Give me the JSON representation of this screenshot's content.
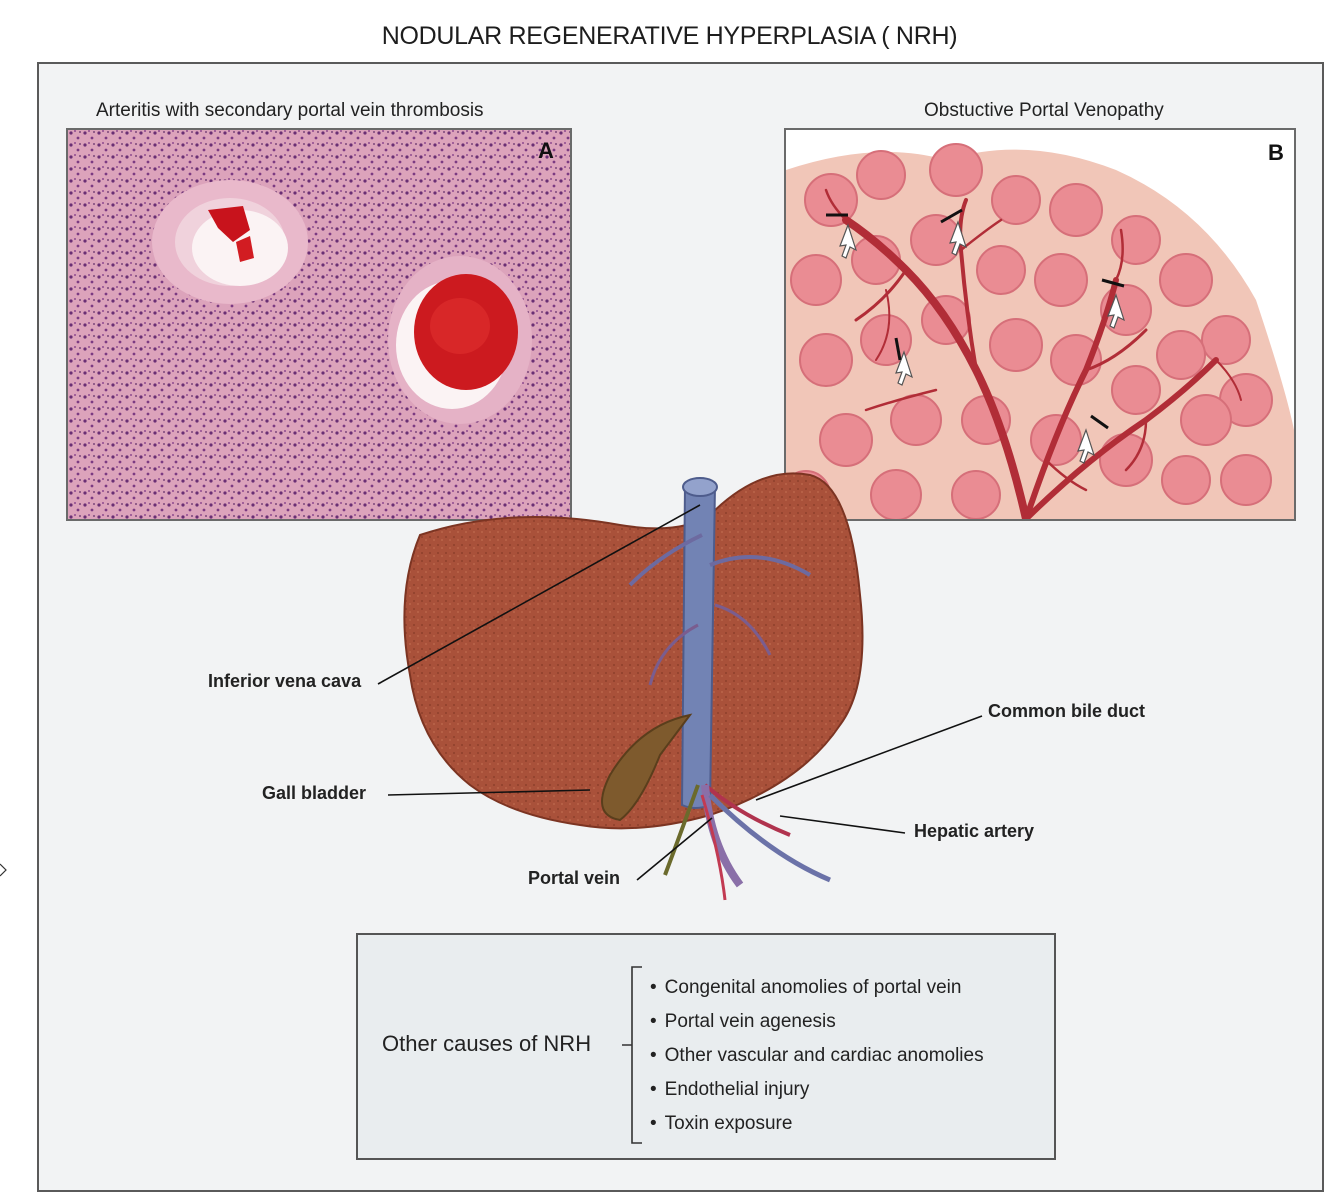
{
  "title": "NODULAR REGENERATIVE HYPERPLASIA ( NRH)",
  "panel_a": {
    "caption": "Arteritis with secondary portal vein thrombosis",
    "letter": "A"
  },
  "panel_b": {
    "caption": "Obstuctive Portal Venopathy",
    "letter": "B"
  },
  "labels": {
    "ivc": "Inferior vena cava",
    "gall_bladder": "Gall bladder",
    "portal_vein": "Portal vein",
    "common_bile_duct": "Common bile duct",
    "hepatic_artery": "Hepatic artery"
  },
  "other_causes": {
    "heading": "Other causes of NRH",
    "items": [
      "Congenital anomolies of portal vein",
      "Portal vein agenesis",
      "Other vascular and cardiac anomolies",
      "Endothelial injury",
      "Toxin exposure"
    ]
  },
  "colors": {
    "liver": "#a8503a",
    "vessel_blue": "#6f7fb0",
    "histology_pink": "#dba0b8",
    "nodule_pink": "#e9808a",
    "vein_red": "#b8343e"
  }
}
